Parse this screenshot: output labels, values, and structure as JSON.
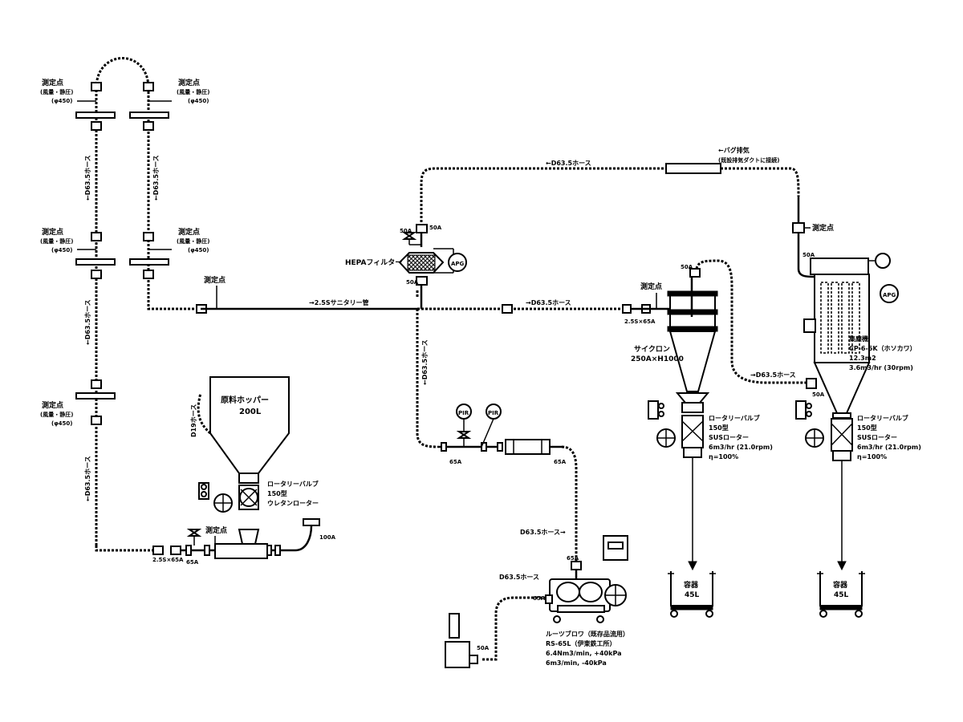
{
  "labels": {
    "sokutei": "測定点",
    "sokutei_sub1": "(風量・静圧)",
    "sokutei_sub2": "(φ450)",
    "hose_d63_v": "←D63.5ホース",
    "pipe_sanitary": "→2.5Sサニタリー管",
    "hose_d63": "→D63.5ホース",
    "hose_d63_back": "←D63.5ホース",
    "hepa": "HEPAフィルター",
    "bag_filter": "←バグ排気",
    "bag_filter_sub": "(既設排気ダクトに接続)",
    "cyclone": "サイクロン",
    "cyclone_spec": "250A×H1000",
    "collector": "集塵機",
    "collector_model": "CP-6-6K（ホソカワ）",
    "collector_area": "12.3m2",
    "collector_flow": "3.6m3/hr (30rpm)",
    "rv": "ロータリーバルブ",
    "rv_size": "150型",
    "rv_rotor_sus": "SUSローター",
    "rv_flow": "6m3/hr (21.0rpm)",
    "rv_eta": "η=100%",
    "rv_rotor_urethane": "ウレタンローター",
    "hopper": "原料ホッパー",
    "hopper_vol": "200L",
    "container": "容器",
    "container_vol": "45L",
    "blower": "ルーツブロワ（既存品流用）",
    "blower_model": "RS-65L（伊東鉄工所）",
    "blower_spec1": "6.4Nm3/min, +40kPa",
    "blower_spec2": "6m3/min, -40kPa",
    "hose_d63_blower": "D63.5ホース→",
    "hose_d63_blower2": "D63.5ホース",
    "hose_d19": "D19ホース",
    "apg": "APG",
    "pir": "PIR",
    "size_65a": "65A",
    "size_50a": "50A",
    "size_100a": "100A",
    "size_25s65a": "2.5S×65A"
  }
}
